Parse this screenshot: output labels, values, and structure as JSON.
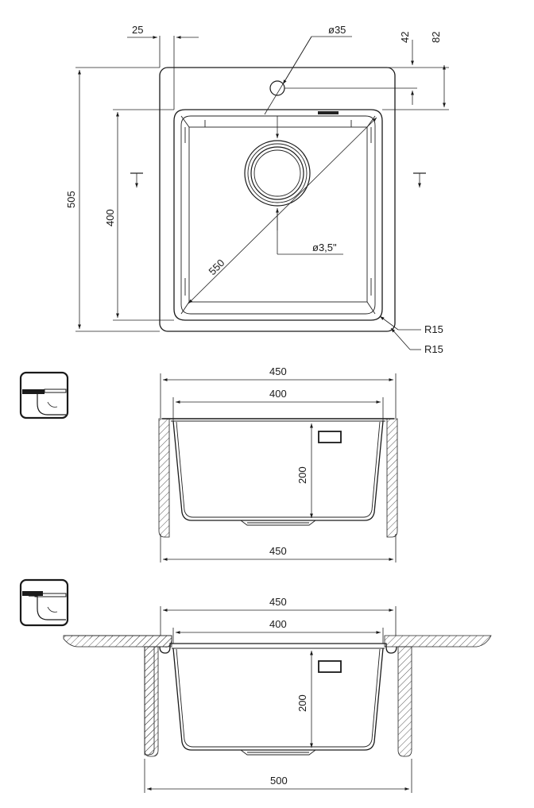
{
  "top_view": {
    "dim_offset_corner": "25",
    "dim_hole": "ø35",
    "dim_42": "42",
    "dim_82": "82",
    "dim_width": "505",
    "dim_bowl": "400",
    "dim_diagonal": "550",
    "dim_drain": "ø3,5\"",
    "dim_radius_outer": "R15",
    "dim_radius_inner": "R15"
  },
  "section_undermount": {
    "dim_top": "450",
    "dim_bowl": "400",
    "dim_depth": "200",
    "dim_bottom": "450"
  },
  "section_inset": {
    "dim_top": "450",
    "dim_bowl": "400",
    "dim_depth": "200",
    "dim_bottom": "500"
  }
}
